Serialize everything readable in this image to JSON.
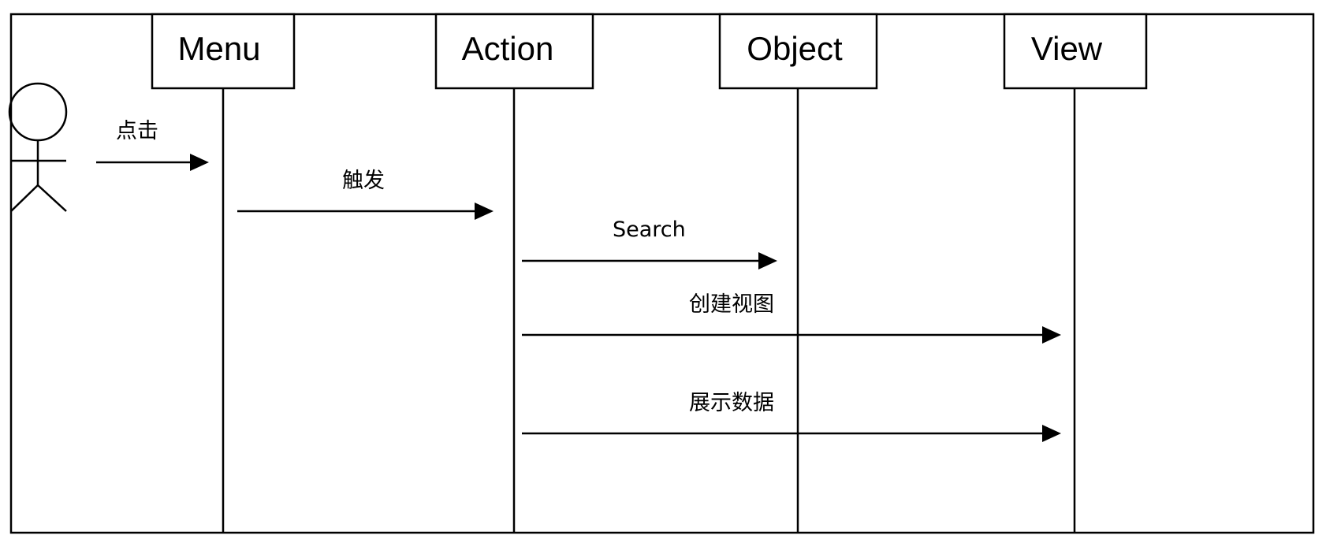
{
  "participants": [
    {
      "id": "menu",
      "label": "Menu"
    },
    {
      "id": "action",
      "label": "Action"
    },
    {
      "id": "object",
      "label": "Object"
    },
    {
      "id": "view",
      "label": "View"
    }
  ],
  "messages": [
    {
      "from": "actor",
      "to": "menu",
      "label": "点击"
    },
    {
      "from": "menu",
      "to": "action",
      "label": "触发"
    },
    {
      "from": "action",
      "to": "object",
      "label": "Search"
    },
    {
      "from": "action",
      "to": "view",
      "label": "创建视图"
    },
    {
      "from": "action",
      "to": "view",
      "label": "展示数据"
    }
  ]
}
